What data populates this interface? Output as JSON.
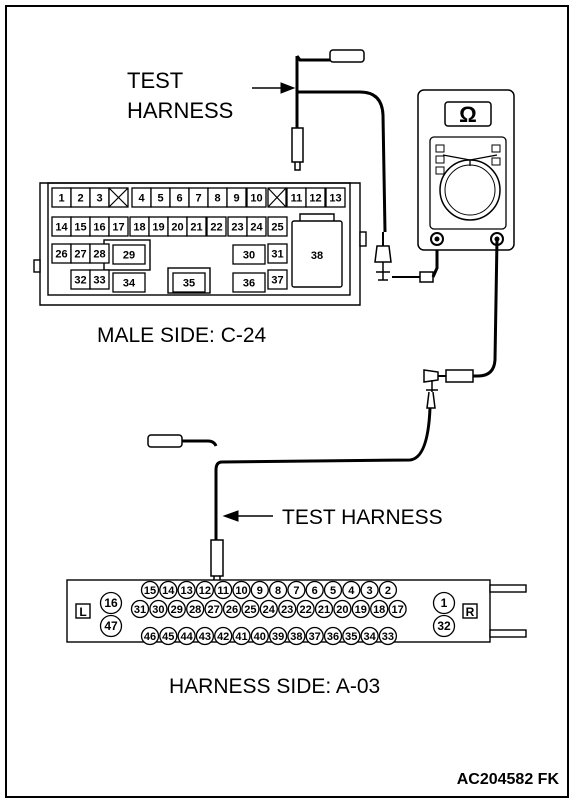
{
  "labels": {
    "test_harness_top_line1": "TEST",
    "test_harness_top_line2": "HARNESS",
    "male_side": "MALE SIDE: C-24",
    "test_harness_bottom": "TEST HARNESS",
    "harness_side": "HARNESS SIDE: A-03",
    "figure_code": "AC204582 FK"
  },
  "meter": {
    "symbol": "Ω"
  },
  "connector_c24": {
    "row1": [
      "1",
      "2",
      "3",
      "4",
      "5",
      "6",
      "7",
      "8",
      "9",
      "10",
      "11",
      "12",
      "13"
    ],
    "row2": [
      "14",
      "15",
      "16",
      "17",
      "18",
      "19",
      "20",
      "21",
      "22",
      "23",
      "24",
      "25"
    ],
    "row3": [
      "26",
      "27",
      "28",
      "29",
      "30",
      "31"
    ],
    "row4": [
      "32",
      "33",
      "34",
      "35",
      "36",
      "37"
    ],
    "large": "38"
  },
  "connector_a03": {
    "left_letter": "L",
    "right_letter": "R",
    "left_top": "16",
    "left_bottom": "47",
    "right_top": "1",
    "right_bottom": "32",
    "row1": [
      "15",
      "14",
      "13",
      "12",
      "11",
      "10",
      "9",
      "8",
      "7",
      "6",
      "5",
      "4",
      "3",
      "2"
    ],
    "row2": [
      "31",
      "30",
      "29",
      "28",
      "27",
      "26",
      "25",
      "24",
      "23",
      "22",
      "21",
      "20",
      "19",
      "18",
      "17"
    ],
    "row3": [
      "46",
      "45",
      "44",
      "43",
      "42",
      "41",
      "40",
      "39",
      "38",
      "37",
      "36",
      "35",
      "34",
      "33"
    ]
  }
}
